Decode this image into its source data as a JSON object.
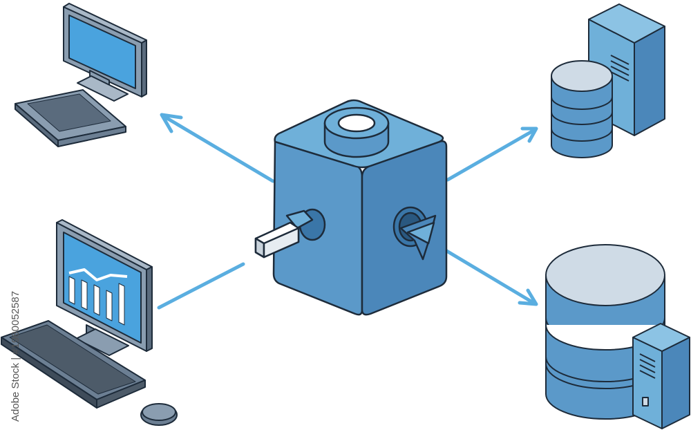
{
  "watermark": {
    "text": "Adobe Stock | #1980052587"
  },
  "colors": {
    "outline": "#1d2b3a",
    "blue_light": "#6fb0d9",
    "blue_mid": "#4f92c4",
    "blue_dark": "#3a76a8",
    "slate": "#8a9db0",
    "slate_dark": "#5a6b7d",
    "db_top": "#cfdbe6",
    "arrow": "#5aaee0",
    "screen": "#4aa3de"
  },
  "nodes": [
    {
      "name": "desktop-computer-top-left",
      "kind": "computer"
    },
    {
      "name": "desktop-computer-chart-bottom-left",
      "kind": "computer-with-chart"
    },
    {
      "name": "central-hub-cube",
      "kind": "hub"
    },
    {
      "name": "database-server-top-right",
      "kind": "database-with-server"
    },
    {
      "name": "database-server-bottom-right",
      "kind": "database-with-server"
    }
  ]
}
